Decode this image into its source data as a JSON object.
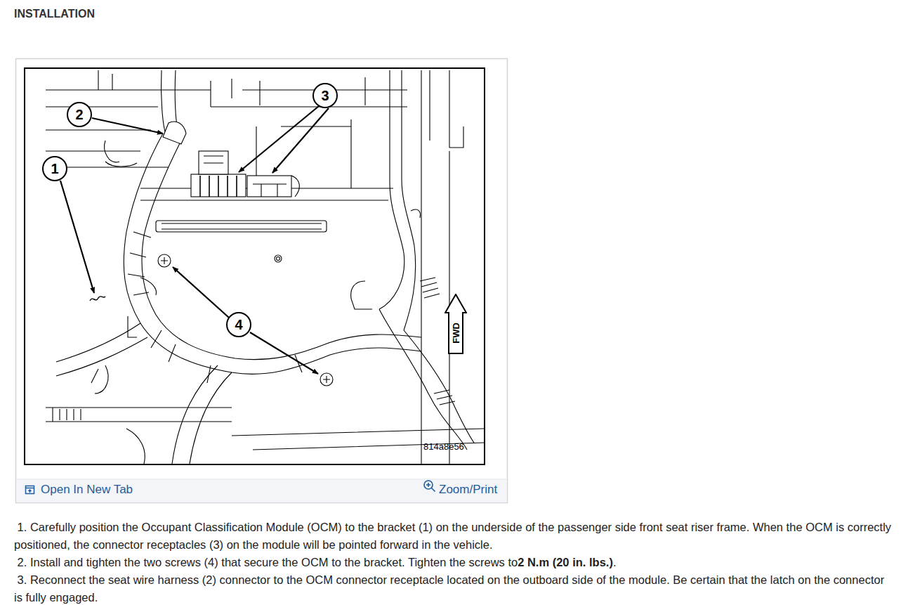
{
  "diagram": {
    "title": "INSTALLATION",
    "nodes": [
      {
        "text": [
          "1"
        ]
      },
      {
        "text": [
          "2"
        ]
      },
      {
        "text": [
          "3"
        ]
      },
      {
        "text": [
          "4"
        ]
      },
      {
        "text": [
          "FWD"
        ]
      }
    ],
    "labels": [
      "814a8e56",
      "Open In New Tab",
      "Zoom/Print",
      " 1. Carefully position the Occupant Classification Module (OCM) to the bracket (1) on the underside of the passenger side front seat riser frame. When the OCM is correctly positioned, the connector receptacles (3) on the module will be pointed forward in the vehicle.",
      " 2. Install and tighten the two screws (4) that secure the OCM to the bracket. Tighten the screws to",
      "2 N.m (20 in. lbs.)",
      ".",
      " 3. Reconnect the seat wire harness (2) connector to the OCM connector receptacle located on the outboard side of the module. Be certain that the latch on the connector is fully engaged."
    ]
  }
}
